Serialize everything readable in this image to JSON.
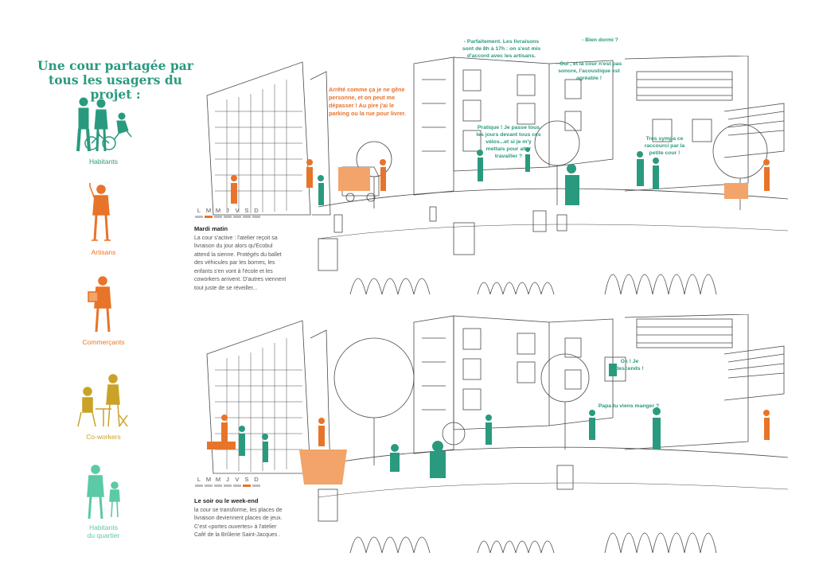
{
  "title": "Une cour partagée par tous les usagers du projet :",
  "legend": [
    {
      "label": "Habitants",
      "color": "#2a9a7e"
    },
    {
      "label": "Artisans",
      "color": "#e8742a"
    },
    {
      "label": "Commerçants",
      "color": "#e8742a"
    },
    {
      "label": "Co-workers",
      "color": "#c9a227"
    },
    {
      "label": "Habitants\ndu quartier",
      "color": "#5cc9a7"
    }
  ],
  "days": [
    "L",
    "M",
    "M",
    "J",
    "V",
    "S",
    "D"
  ],
  "colors": {
    "teal": "#2a9a7e",
    "orange": "#e8742a",
    "gold": "#c9a227",
    "mint": "#5cc9a7",
    "line": "#4a4a4a"
  },
  "scene1": {
    "active_day_index": 1,
    "caption_title": "Mardi matin",
    "caption_text": "La cour s'active : l'atelier reçoit sa livraison du jour alors qu'Ecobul attend la sienne. Protégés du ballet des véhicules par les bornes, les enfants s'en vont à l'école et les coworkers arrivent. D'autres viennent tout juste de se réveiller...",
    "bubbles": {
      "delivery": "Arrêté comme ça je ne gêne personne, et on peut me dépasser ! Au pire j'ai le parking ou la rue pour livrer.",
      "hours": "- Parfaitement. Les livraisons sont de 8h à 17h : on s'est mis d'accord avec les artisans.",
      "slept": "- Bien dormi ?",
      "quiet": "- Oui , et la cour n'est pas sonore, l'acoustique est agréable !",
      "practical": "Pratique ! Je passe tous les jours devant tous ces vélos...et si je m'y mettais pour aller travailler ?",
      "shortcut": "Très sympa ce raccourci par la petite cour !"
    }
  },
  "scene2": {
    "active_day_index": 5,
    "caption_title": "Le soir ou le week-end",
    "caption_text": "la cour se transforme, les places de livraison deviennent places de jeux. C'est «portes ouvertes» à l'atelier Café de la Brûlerie Saint-Jacques .",
    "bubbles": {
      "ok": "Ok ! Je descends !",
      "dinner": "Papa tu viens manger ?"
    }
  }
}
